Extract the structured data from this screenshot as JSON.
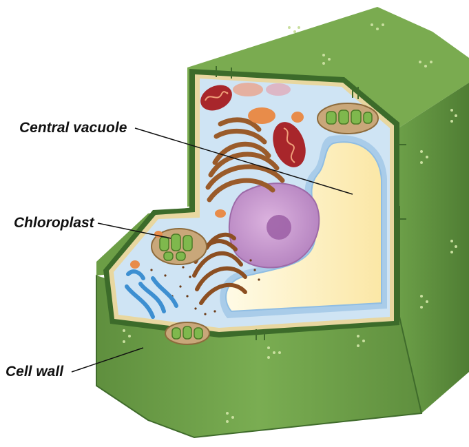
{
  "diagram": {
    "labels": {
      "central_vacuole": "Central vacuole",
      "chloroplast": "Chloroplast",
      "cell_wall": "Cell wall"
    }
  },
  "colors": {
    "wall_top": "#76a84e",
    "wall_front": "#6a9a45",
    "wall_right": "#5d8b3c",
    "wall_dark": "#3f6b2b",
    "membrane": "#e8d7a0",
    "cytoplasm": "#cfe4f4",
    "vacuole": "#fdf1c4",
    "vacuole_membrane": "#a9cce9",
    "nucleus": "#c99ad0",
    "nucleolus": "#9b5ea5",
    "golgi": "#9a5b2a",
    "mitochondria": "#a8262b",
    "chloroplast": "#7fb84d",
    "er_blue": "#3d8fd1",
    "vesicle": "#e88c4a",
    "leader_line": "#111111"
  }
}
